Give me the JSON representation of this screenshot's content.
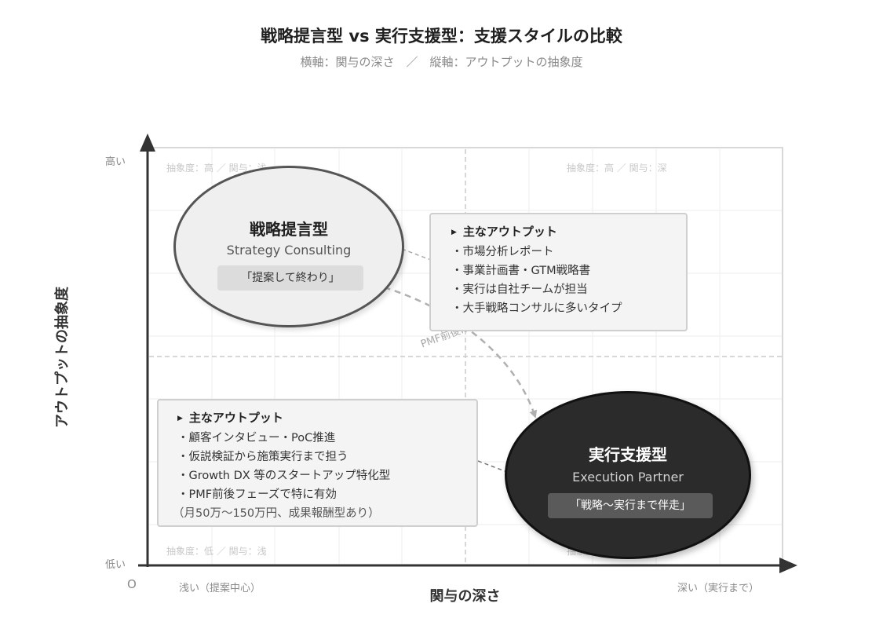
{
  "title": "戦略提言型 vs 実行支援型：支援スタイルの比較",
  "subtitle": "横軸：関与の深さ　／　縦軸：アウトプットの抽象度",
  "axes": {
    "y_title": "アウトプットの抽象度",
    "x_title": "関与の深さ",
    "y_high": "高い",
    "y_low": "低い",
    "origin": "O",
    "x_low": "浅い（提案中心）",
    "x_high": "深い（実行まで）"
  },
  "corners": {
    "top_left": "抽象度：高 ／ 関与：浅",
    "top_right": "抽象度：高 ／ 関与：深",
    "bottom_left": "抽象度：低 ／ 関与：浅",
    "bottom_right": "抽象度：低 ／ 関与：深"
  },
  "strategy": {
    "name": "戦略提言型",
    "name_en": "Strategy Consulting",
    "tagline": "「提案して終わり」",
    "outputs_title": "主なアウトプット",
    "outputs": [
      "・市場分析レポート",
      "・事業計画書・GTM戦略書",
      "・実行は自社チームが担当",
      "・大手戦略コンサルに多いタイプ"
    ]
  },
  "execution": {
    "name": "実行支援型",
    "name_en": "Execution Partner",
    "tagline": "「戦略〜実行まで伴走」",
    "outputs_title": "主なアウトプット",
    "outputs": [
      "・顧客インタビュー・PoC推進",
      "・仮説検証から施策実行まで担う",
      "・Growth DX 等のスタートアップ特化型",
      "・PMF前後フェーズで特に有効"
    ],
    "note": "（月50万〜150万円、成果報酬型あり）"
  },
  "transition_label": "PMF前後は伴走型へ",
  "colors": {
    "axis": "#333333",
    "grid": "#eeeeee",
    "center_line": "#cccccc",
    "strategy_fill": "#efefef",
    "execution_fill": "#2b2b2b",
    "arrow": "#b0b0b0"
  }
}
